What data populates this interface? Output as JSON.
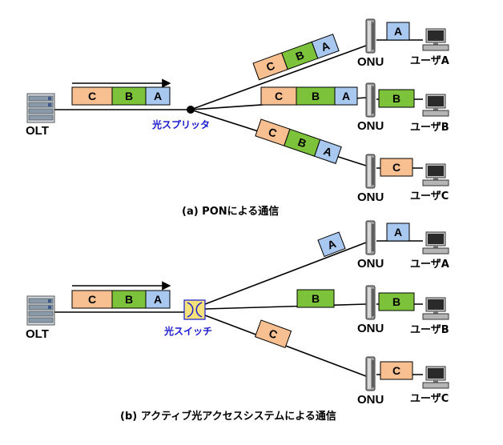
{
  "colors": {
    "A": "#a8c8f0",
    "B": "#7cc23a",
    "C": "#f8c090",
    "line": "#000000",
    "blue_label": "#1a1ad0"
  },
  "labels": {
    "olt": "OLT",
    "onu": "ONU",
    "splitter": "光スプリッタ",
    "switch": "光スイッチ",
    "users": [
      "ユーザA",
      "ユーザB",
      "ユーザC"
    ]
  },
  "captions": {
    "a": "(a) PONによる通信",
    "b": "(b) アクティブ光アクセスシステムによる通信"
  },
  "packets": {
    "A": "A",
    "B": "B",
    "C": "C"
  }
}
